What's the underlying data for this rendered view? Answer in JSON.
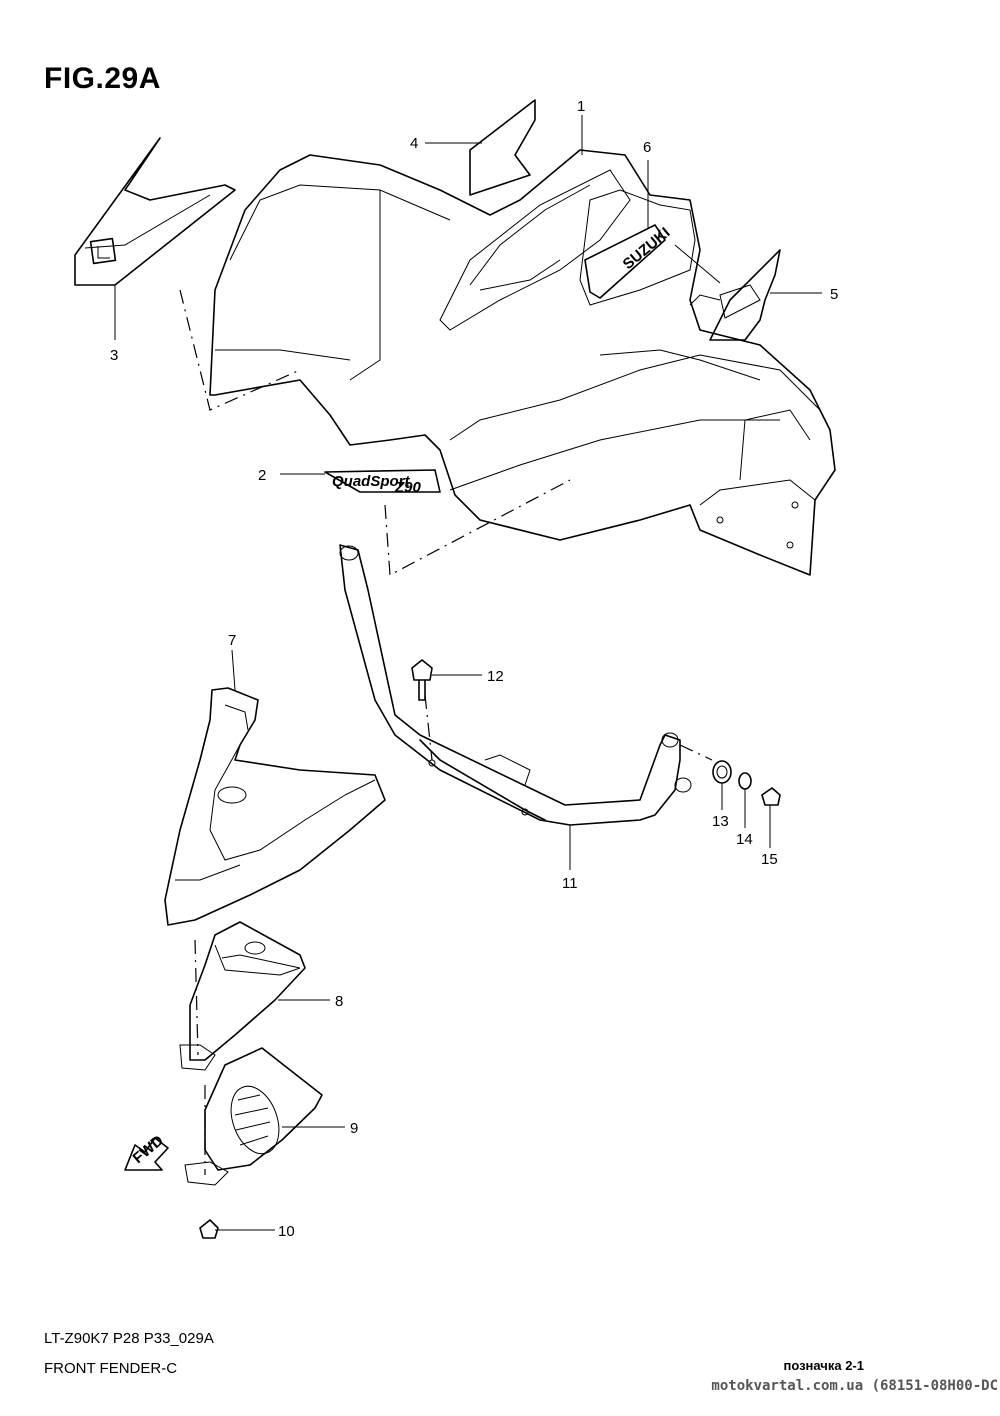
{
  "figure": {
    "title": "FIG.29A",
    "model_code": "LT-Z90K7 P28 P33_029A",
    "section_name": "FRONT FENDER-C",
    "sheet_ref": "позначка 2-1",
    "watermark": "motokvartal.com.ua (68151-08H00-DC"
  },
  "decals": {
    "side_logo": "SUZUKI",
    "model_script": "QuadSport",
    "model_number": "Z90",
    "fwd_arrow": "FWD"
  },
  "callouts": [
    "1",
    "2",
    "3",
    "4",
    "5",
    "6",
    "7",
    "8",
    "9",
    "10",
    "11",
    "12",
    "13",
    "14",
    "15"
  ]
}
